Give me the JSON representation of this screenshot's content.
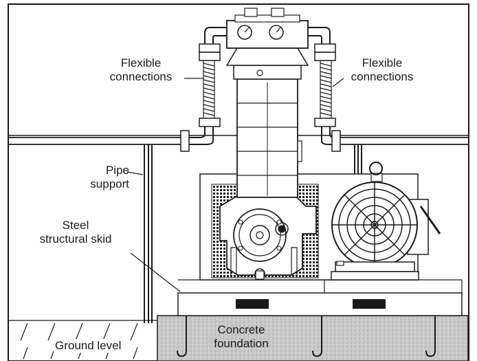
{
  "labels": {
    "flex_left_1": "Flexible",
    "flex_left_2": "connections",
    "flex_right_1": "Flexible",
    "flex_right_2": "connections",
    "pipe_support_1": "Pipe",
    "pipe_support_2": "support",
    "skid_1": "Steel",
    "skid_2": "structural skid",
    "ground": "Ground level",
    "foundation_1": "Concrete",
    "foundation_2": "foundation"
  },
  "colors": {
    "line": "#1a1a1a",
    "concrete": "#c7c7c7",
    "hatch": "#1a1a1a",
    "machine_fill": "#ffffff"
  }
}
